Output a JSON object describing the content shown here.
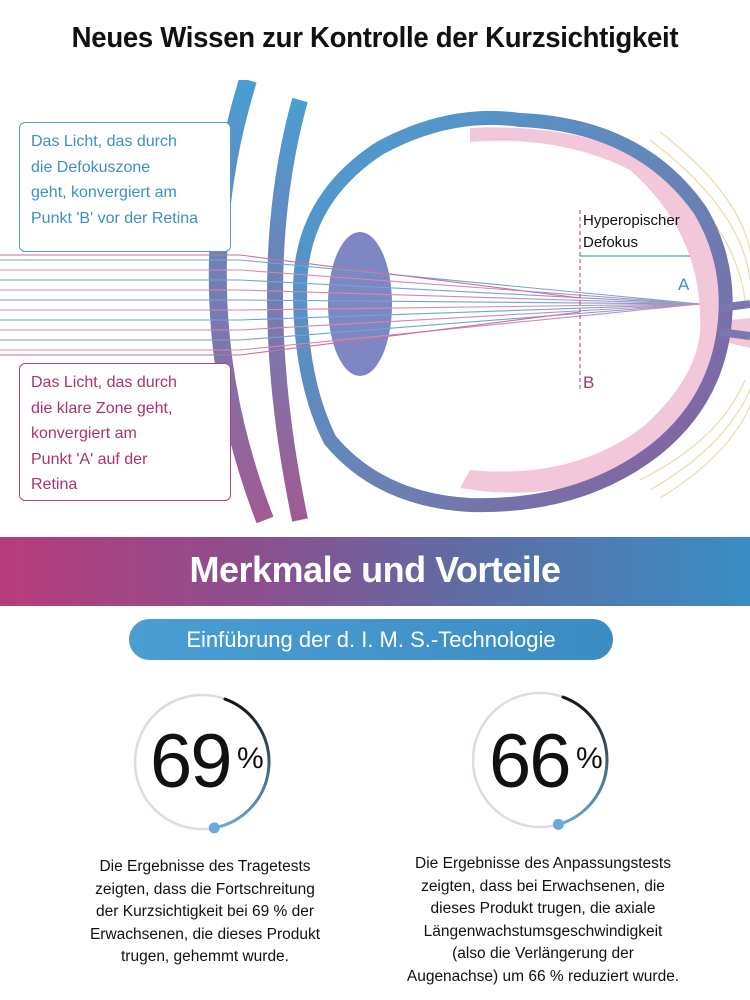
{
  "header": {
    "title": "Neues Wissen zur Kontrolle der Kurzsichtigkeit"
  },
  "diagram": {
    "defocus_label_line1": "Hyperopischer",
    "defocus_label_line2": "Defokus",
    "point_a": "A",
    "point_b": "B",
    "callout_defocus": [
      "Das Licht, das durch",
      "die Defokuszone",
      "geht, konvergiert am",
      "Punkt 'B' vor der Retina"
    ],
    "callout_clear": [
      "Das Licht, das durch",
      "die klare Zone geht,",
      "konvergiert am",
      "Punkt 'A' auf der",
      "Retina"
    ],
    "colors": {
      "blue": "#4a9ed2",
      "pink": "#b0457c",
      "light_pink": "#f2c6da"
    }
  },
  "features": {
    "band_title": "Merkmale und Vorteile",
    "pill_label": "Einfübrung der d. I. M. S.-Technologie",
    "stats": [
      {
        "value": "69",
        "unit": "%",
        "fraction": 0.69,
        "description": [
          "Die Ergebnisse des Tragetests",
          "zeigten, dass die Fortschreitung",
          "der Kurzsichtigkeit bei 69 % der",
          "Erwachsenen, die dieses Produkt",
          "trugen, gehemmt wurde."
        ]
      },
      {
        "value": "66",
        "unit": "%",
        "fraction": 0.66,
        "description": [
          "Die Ergebnisse des Anpassungstests",
          "zeigten, dass bei Erwachsenen, die",
          "dieses Produkt trugen, die axiale",
          "Längenwachstumsgeschwindigkeit",
          "(also die Verlängerung der",
          "Augenachse) um 66 % reduziert wurde."
        ]
      }
    ]
  }
}
